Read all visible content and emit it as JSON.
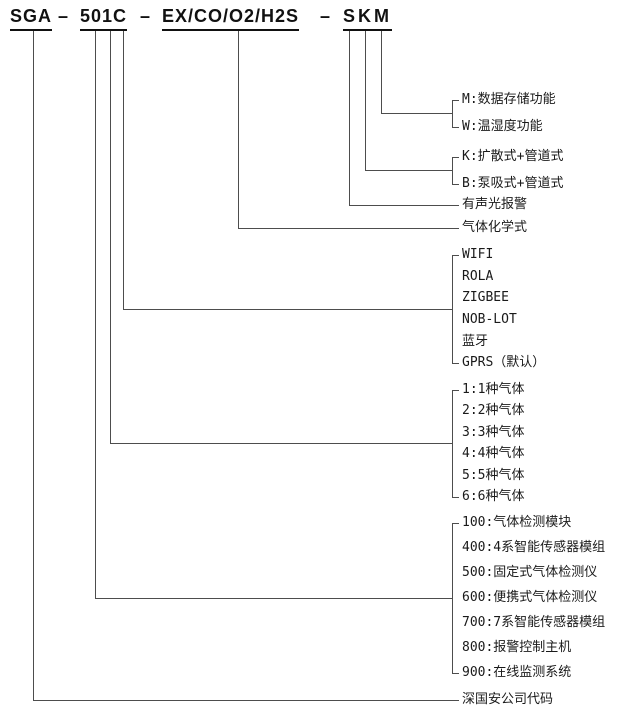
{
  "title": {
    "segments": [
      "SGA",
      "501C",
      "EX/CO/O2/H2S",
      "SKM"
    ],
    "separator": "–"
  },
  "line_color": "#4d4d4d",
  "groups": {
    "storage": {
      "items": [
        "M:数据存储功能",
        "W:温湿度功能"
      ]
    },
    "sampling": {
      "items": [
        "K:扩散式+管道式",
        "B:泵吸式+管道式"
      ]
    },
    "alarm": {
      "label": "有声光报警"
    },
    "gas_formula": {
      "label": "气体化学式"
    },
    "communication": {
      "items": [
        "WIFI",
        "ROLA",
        "ZIGBEE",
        "NOB-LOT",
        "蓝牙",
        "GPRS（默认）"
      ]
    },
    "gas_count": {
      "items": [
        "1:1种气体",
        "2:2种气体",
        "3:3种气体",
        "4:4种气体",
        "5:5种气体",
        "6:6种气体"
      ]
    },
    "series": {
      "items": [
        "100:气体检测模块",
        "400:4系智能传感器模组",
        "500:固定式气体检测仪",
        "600:便携式气体检测仪",
        "700:7系智能传感器模组",
        "800:报警控制主机",
        "900:在线监测系统"
      ]
    },
    "company": {
      "label": "深国安公司代码"
    }
  }
}
